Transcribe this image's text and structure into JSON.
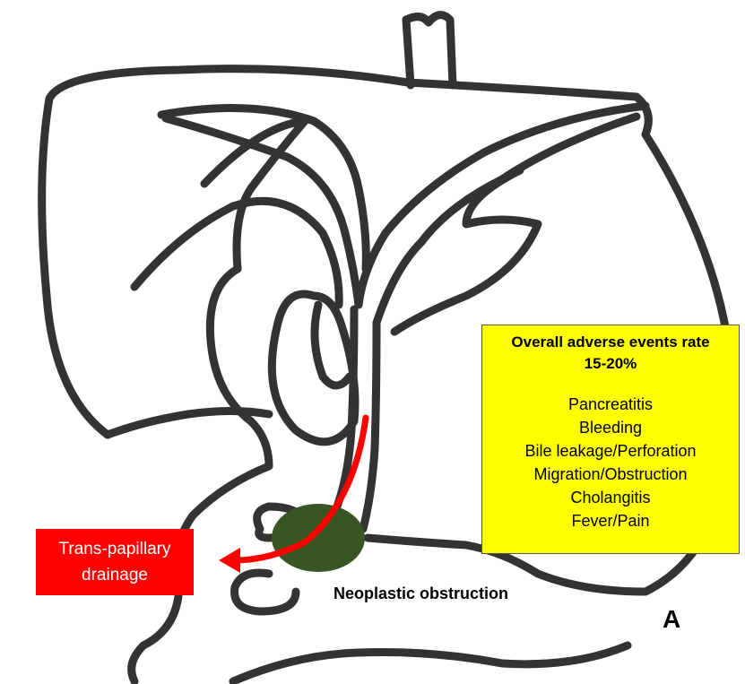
{
  "colors": {
    "outline": "#333333",
    "tumor": "#375623",
    "arrow": "#ff0000",
    "info_box_bg": "#ffff00",
    "drainage_box_bg": "#ff0000"
  },
  "info_box": {
    "title_line1": "Overall adverse events rate",
    "title_line2": "15-20%",
    "events": [
      "Pancreatitis",
      "Bleeding",
      "Bile leakage/Perforation",
      "Migration/Obstruction",
      "Cholangitis",
      "Fever/Pain"
    ]
  },
  "drainage_label": {
    "line1": "Trans-papillary",
    "line2": "drainage"
  },
  "obstruction_label": "Neoplastic obstruction",
  "panel_letter": "A"
}
